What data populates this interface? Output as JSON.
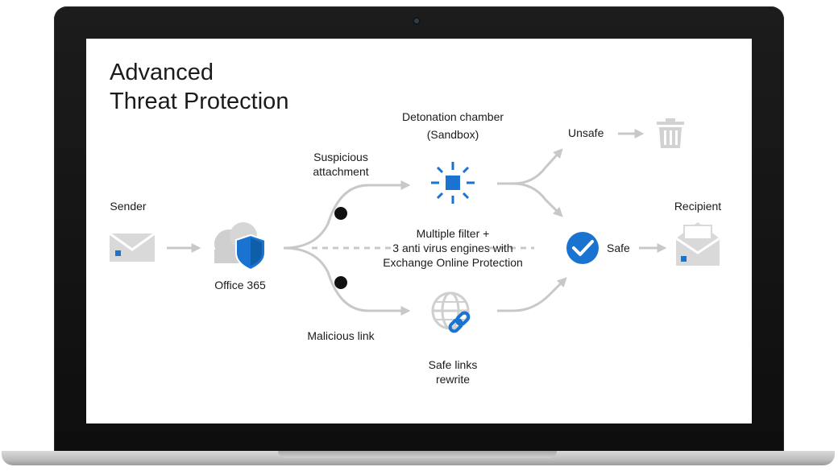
{
  "title": {
    "line1": "Advanced",
    "line2": "Threat Protection"
  },
  "nodes": {
    "sender": "Sender",
    "office365": "Office 365",
    "suspicious_line1": "Suspicious",
    "suspicious_line2": "attachment",
    "detonation_line1": "Detonation chamber",
    "detonation_line2": "(Sandbox)",
    "filter_line1": "Multiple filter +",
    "filter_line2": "3 anti virus engines with",
    "filter_line3": "Exchange Online Protection",
    "malicious_link": "Malicious link",
    "safelinks_line1": "Safe links",
    "safelinks_line2": "rewrite",
    "unsafe": "Unsafe",
    "safe": "Safe",
    "recipient": "Recipient"
  },
  "icons": {
    "sender": "envelope-icon",
    "office365": "cloud-shield-icon",
    "sandbox": "sandbox-burst-icon",
    "safelinks": "globe-link-icon",
    "unsafe": "trash-icon",
    "safe": "checkmark-circle-icon",
    "recipient": "open-envelope-icon"
  },
  "colors": {
    "accent": "#1a73d0",
    "arrow": "#c8c8c8",
    "text": "#1b1b1b",
    "icon_gray": "#d2d2d2"
  }
}
